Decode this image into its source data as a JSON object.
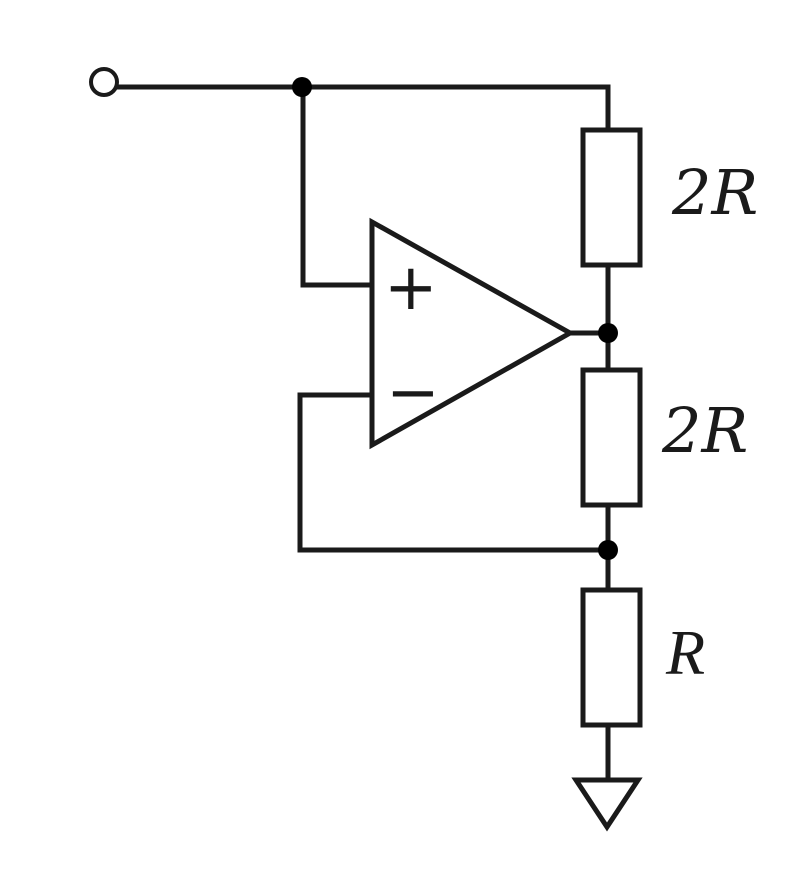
{
  "diagram": {
    "resistors": [
      {
        "label": "2R"
      },
      {
        "label": "2R"
      },
      {
        "label": "R"
      }
    ],
    "opamp": {
      "plus_sign": "+",
      "minus_sign": "−"
    }
  }
}
